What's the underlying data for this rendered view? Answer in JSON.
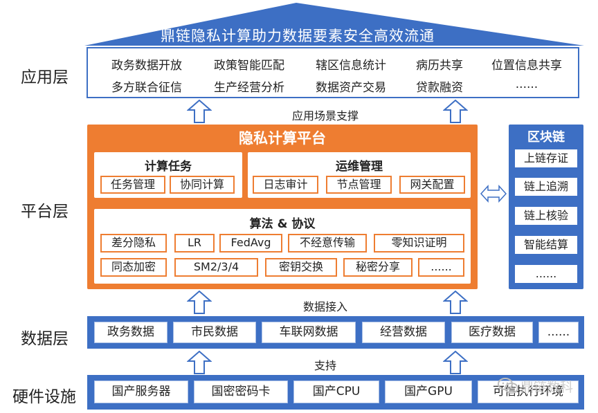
{
  "roof": {
    "title": "鼎链隐私计算助力数据要素安全高效流通"
  },
  "layers": {
    "app": "应用层",
    "platform": "平台层",
    "data": "数据层",
    "hardware": "硬件设施"
  },
  "app_items": [
    [
      "政务数据开放",
      "政策智能匹配",
      "辖区信息统计",
      "病历共享",
      "位置信息共享"
    ],
    [
      "多方联合征信",
      "生产经营分析",
      "数据资产交易",
      "贷款融资",
      "......"
    ]
  ],
  "connectors": {
    "app_support": "应用场景支撑",
    "data_access": "数据接入",
    "support": "支持"
  },
  "platform": {
    "title": "隐私计算平台",
    "compute": {
      "title": "计算任务",
      "items": [
        "任务管理",
        "协同计算"
      ]
    },
    "ops": {
      "title": "运维管理",
      "items": [
        "日志审计",
        "节点管理",
        "网关配置"
      ]
    },
    "algo": {
      "title": "算法 & 协议",
      "row1": [
        "差分隐私",
        "LR",
        "FedAvg",
        "不经意传输",
        "零知识证明"
      ],
      "row2": [
        "同态加密",
        "SM2/3/4",
        "密钥交换",
        "秘密分享",
        "......"
      ]
    }
  },
  "blockchain": {
    "title": "区块链",
    "items": [
      "上链存证",
      "链上追溯",
      "链上核验",
      "智能结算",
      "......"
    ]
  },
  "data_items": [
    "政务数据",
    "市民数据",
    "车联网数据",
    "经营数据",
    "医疗数据",
    "......"
  ],
  "hardware_items": [
    "国产服务器",
    "国密密码卡",
    "国产CPU",
    "国产GPU",
    "可信执行环境"
  ],
  "watermark": "鼎链数科",
  "colors": {
    "blue": "#3d6fc4",
    "orange": "#ee7d31",
    "arrow_fill": "#ffffff",
    "arrow_stroke": "#3d6fc4"
  }
}
